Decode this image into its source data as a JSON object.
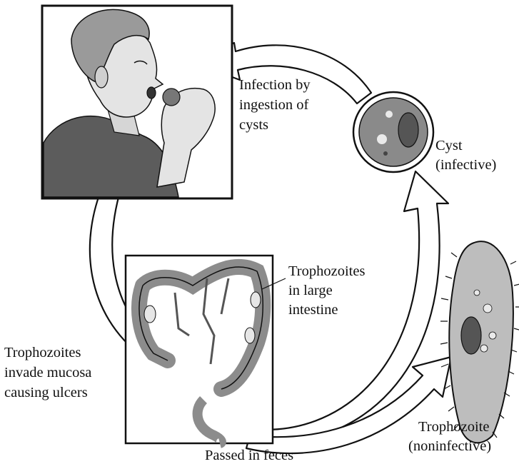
{
  "labels": {
    "infection": [
      "Infection by",
      "ingestion of",
      "cysts"
    ],
    "cyst": [
      "Cyst",
      "(infective)"
    ],
    "troph_intestine": [
      "Trophozoites",
      "in large",
      "intestine"
    ],
    "invade": [
      "Trophozoites",
      "invade mucosa",
      "causing ulcers"
    ],
    "passed": "Passed in feces",
    "trophozoite": [
      "Trophozoite",
      "(noninfective)"
    ]
  },
  "colors": {
    "ink": "#111111",
    "skin": "#e4e4e4",
    "shirt": "#5c5c5c",
    "hair": "#9a9a9a",
    "cyst_fill": "#8a8a8a",
    "nucleus": "#555555",
    "troph_fill": "#bdbdbd",
    "colon": "#8c8c8c"
  },
  "icons": {
    "person": "person-eating-cyst-illustration",
    "intestine": "large-intestine-illustration",
    "cyst": "cyst-cell-illustration",
    "trophozoite": "trophozoite-cell-illustration"
  }
}
